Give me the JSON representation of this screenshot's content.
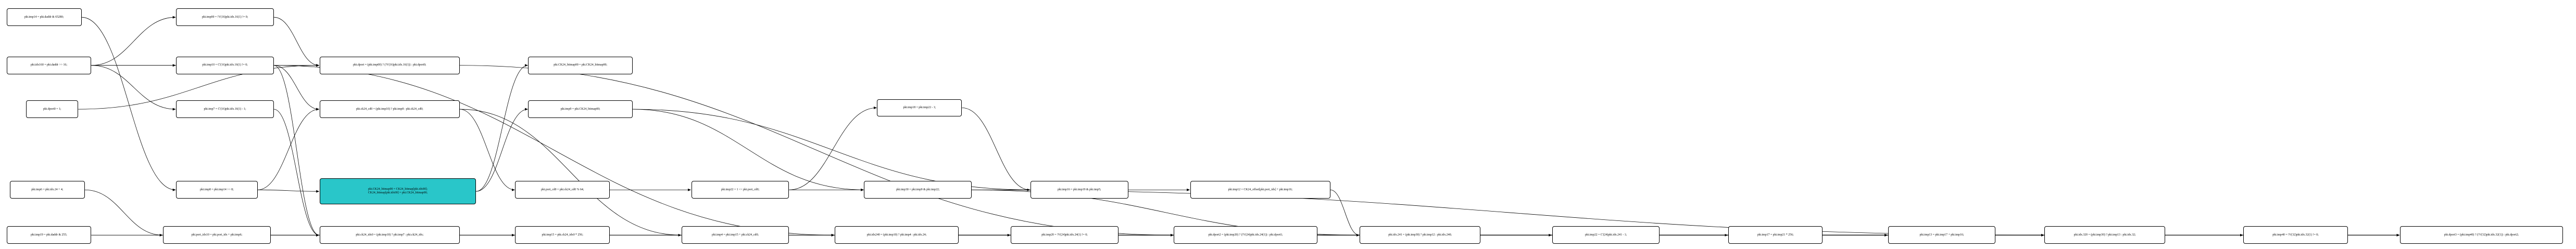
{
  "graph": {
    "nodes": [
      {
        "id": "n_tmp14",
        "label": "pkt.tmp14 = pkt.daddr & 65280;"
      },
      {
        "id": "n_tmp00",
        "label": "pkt.tmp00 = !V(16)pkt.idx.16(1) != 0;"
      },
      {
        "id": "n_idx160",
        "label": "pkt.idx160 = pkt.daddr >> 16;"
      },
      {
        "id": "n_tmp10",
        "label": "pkt.tmp10 = C'(16)pkt.idx.16(1) != 0;"
      },
      {
        "id": "n_dport",
        "label": "pkt.dport = (pkt.tmp00) ? (!V(16)pkt.idx.16(1)) : pkt.dport0;"
      },
      {
        "id": "n_ck24bitmap0",
        "label": "pkt.CK24_bitmap00 = pkt.CK24_bitmap00;"
      },
      {
        "id": "n_dport0",
        "label": "pkt.dport0 = 1;"
      },
      {
        "id": "n_tmp7",
        "label": "pkt.tmp7 = C'(16)pkt.idx.16(1) - 1;"
      },
      {
        "id": "n_ck24cd",
        "label": "pkt.ck24_cd0 = (pkt.tmp10) ? pkt.tmp8 : pkt.ck24_cd0;"
      },
      {
        "id": "n_tmp9",
        "label": "pkt.tmp9 = pkt.CK24_bitmap00;"
      },
      {
        "id": "n_tmp18",
        "label": "pkt.tmp18 = pkt.tmp22 - 1;"
      },
      {
        "id": "n_tmp6",
        "label": "pkt.tmp6 = pkt.idx.24 + 4;"
      },
      {
        "id": "n_tmp8",
        "label": "pkt.tmp8 = pkt.tmp14 >> 8;"
      },
      {
        "id": "n_hl",
        "label_lines": [
          "pkt.CK24_bitmap00 = CK24_bitmap[pkt.idx00];",
          "CK24_bitmap[pkt.idx00] = pkt.CK24_bitmap00;"
        ]
      },
      {
        "id": "n_cd8",
        "label": "pkt.port_cd0 = pkt.ck24_cd0 % 64;"
      },
      {
        "id": "n_tmp22",
        "label": "pkt.tmp22 = 1 << pkt.port_cd0;"
      },
      {
        "id": "n_tmp30",
        "label": "pkt.tmp30 = pkt.tmp9 & pkt.tmp22;"
      },
      {
        "id": "n_tmp16",
        "label": "pkt.tmp16 = pkt.tmp19 & pkt.tmp5;"
      },
      {
        "id": "n_tmp12",
        "label": "pkt.tmp12 = CK24_offset[pkt.port_idx] + pkt.tmp16;"
      },
      {
        "id": "n_tmp19",
        "label": "pkt.tmp19 = pkt.daddr & 255;"
      },
      {
        "id": "n_portidx",
        "label": "pkt.port_idx10 = pkt.port_idx + pkt.tmp6;"
      },
      {
        "id": "n_idx2",
        "label": "pkt.ck24_idx0 = (pkt.tmp10) ? pkt.tmp7 : pkt.ck24_idx;"
      },
      {
        "id": "n_tmp15",
        "label": "pkt.tmp15 = pkt.ck24_idx0 * 256;"
      },
      {
        "id": "n_tmp4",
        "label": "pkt.tmp4 = pkt.tmp15 + pkt.ck24_cd0;"
      },
      {
        "id": "n_idx240",
        "label": "pkt.idx240 = (pkt.tmp10) ? pkt.tmp4 : pkt.idx.24;"
      },
      {
        "id": "n_tmp20",
        "label": "pkt.tmp20 = !V(24)pkt.idx.24(1) != 0;"
      },
      {
        "id": "n_dport2",
        "label": "pkt.dport2 = (pkt.tmp20) ? (!V(24)pkt.idx.24(1)) : pkt.dport1;"
      },
      {
        "id": "n_idx241",
        "label": "pkt.idx.241 = (pkt.tmp30) ? pkt.tmp12 : pkt.idx.240;"
      },
      {
        "id": "n_tmp2",
        "label": "pkt.tmp22 = C'(24)pkt.idx.241 - 1;"
      },
      {
        "id": "n_tmp17",
        "label": "pkt.tmp17 = pkt.tmp21 * 256;"
      },
      {
        "id": "n_tmp13",
        "label": "pkt.tmp13 = pkt.tmp17 + pkt.tmp16;"
      },
      {
        "id": "n_idx320",
        "label": "pkt.idx.320 = (pkt.tmp30) ? pkt.tmp13 : pkt.idx.32;"
      },
      {
        "id": "n_tmp40",
        "label": "pkt.tmp40 = !V(32)pkt.idx.32(1) != 0;"
      },
      {
        "id": "n_dport3",
        "label": "pkt.dport3 = (pkt.tmp40) ? (!V(32)pkt.idx.32(1)) : pkt.dport2;"
      }
    ],
    "edges": [
      [
        "n_tmp14",
        "n_tmp8"
      ],
      [
        "n_idx160",
        "n_tmp00"
      ],
      [
        "n_idx160",
        "n_tmp10"
      ],
      [
        "n_idx160",
        "n_tmp7"
      ],
      [
        "n_idx160",
        "n_dport"
      ],
      [
        "n_tmp00",
        "n_dport"
      ],
      [
        "n_dport0",
        "n_dport"
      ],
      [
        "n_tmp10",
        "n_ck24cd"
      ],
      [
        "n_tmp10",
        "n_idx2"
      ],
      [
        "n_tmp10",
        "n_idx240"
      ],
      [
        "n_tmp7",
        "n_idx2"
      ],
      [
        "n_tmp8",
        "n_ck24cd"
      ],
      [
        "n_tmp8",
        "n_hl"
      ],
      [
        "n_hl",
        "n_ck24bitmap0"
      ],
      [
        "n_hl",
        "n_tmp9"
      ],
      [
        "n_ck24cd",
        "n_cd8"
      ],
      [
        "n_ck24cd",
        "n_tmp4"
      ],
      [
        "n_cd8",
        "n_tmp22"
      ],
      [
        "n_tmp22",
        "n_tmp18"
      ],
      [
        "n_tmp22",
        "n_tmp30"
      ],
      [
        "n_tmp9",
        "n_tmp30"
      ],
      [
        "n_tmp9",
        "n_tmp16"
      ],
      [
        "n_tmp18",
        "n_tmp16"
      ],
      [
        "n_tmp16",
        "n_tmp12"
      ],
      [
        "n_tmp12",
        "n_idx241"
      ],
      [
        "n_tmp30",
        "n_idx241"
      ],
      [
        "n_tmp30",
        "n_idx320"
      ],
      [
        "n_tmp6",
        "n_portidx"
      ],
      [
        "n_portidx",
        "n_idx2"
      ],
      [
        "n_tmp19",
        "n_tmp13"
      ],
      [
        "n_idx2",
        "n_tmp15"
      ],
      [
        "n_tmp15",
        "n_tmp4"
      ],
      [
        "n_tmp4",
        "n_idx240"
      ],
      [
        "n_idx240",
        "n_tmp20"
      ],
      [
        "n_idx240",
        "n_idx241"
      ],
      [
        "n_idx240",
        "n_dport2"
      ],
      [
        "n_tmp20",
        "n_dport2"
      ],
      [
        "n_dport",
        "n_dport2"
      ],
      [
        "n_idx241",
        "n_tmp2"
      ],
      [
        "n_idx241",
        "n_dport3"
      ],
      [
        "n_tmp2",
        "n_tmp17"
      ],
      [
        "n_tmp17",
        "n_tmp13"
      ],
      [
        "n_tmp13",
        "n_idx320"
      ],
      [
        "n_idx320",
        "n_tmp40"
      ],
      [
        "n_tmp40",
        "n_dport3"
      ],
      [
        "n_dport2",
        "n_dport3"
      ],
      [
        "n_dport2",
        "n_idx320"
      ]
    ],
    "colors": {
      "highlight_fill": "#29c6c9",
      "stroke": "#000000",
      "background": "#ffffff"
    }
  }
}
